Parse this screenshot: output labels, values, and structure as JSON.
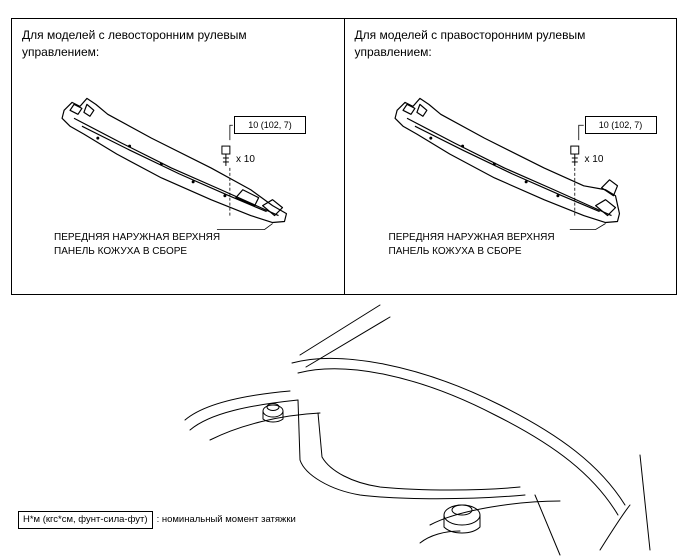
{
  "panels": [
    {
      "title": "Для моделей с левосторонним рулевым управлением:",
      "torque": "10 (102, 7)",
      "qty": "x 10",
      "part_label": "ПЕРЕДНЯЯ НАРУЖНАЯ ВЕРХНЯЯ ПАНЕЛЬ КОЖУХА В СБОРЕ"
    },
    {
      "title": "Для моделей с правосторонним рулевым управлением:",
      "torque": "10 (102, 7)",
      "qty": "x 10",
      "part_label": "ПЕРЕДНЯЯ НАРУЖНАЯ ВЕРХНЯЯ ПАНЕЛЬ КОЖУХА В СБОРЕ"
    }
  ],
  "legend": {
    "unit": "Н*м (кгс*см, фунт-сила-фут)",
    "description": ": номинальный момент затяжки"
  }
}
